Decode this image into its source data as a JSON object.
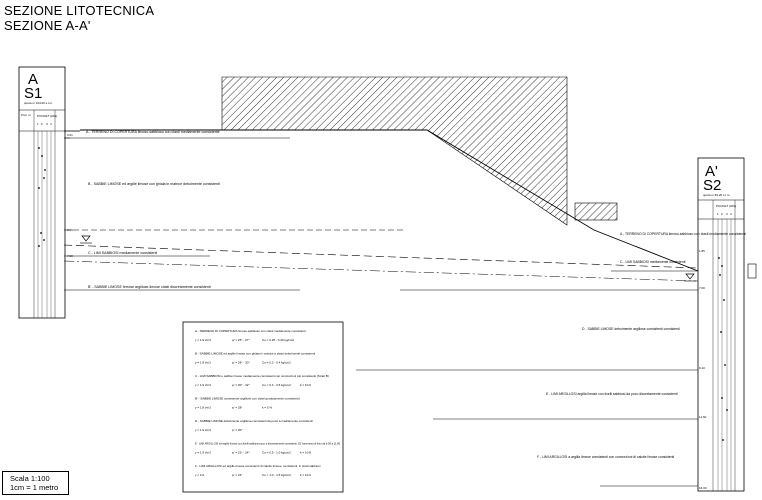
{
  "header": {
    "title_line1": "SEZIONE LITOTECNICA",
    "title_line2": "SEZIONE A-A'"
  },
  "boreholes": [
    {
      "letter": "A",
      "name": "S1",
      "quota": "quota m 104.00 s.l.m.",
      "depths": [
        "0.61",
        "3.95",
        "7.00"
      ]
    },
    {
      "letter": "A'",
      "name": "S2",
      "quota": "quota m 69.20 s.l.m.",
      "depths": [
        "1.85",
        "7.60",
        "9.10",
        "11.60",
        "16.00"
      ]
    }
  ],
  "layers_left": {
    "A": "A - TERRENO DI COPERTURA limoso-sabbioso con clasti mediamente consistente",
    "B": "B - SABBIE LIMOSE ed argille limose con ghiaia in matrice debolmente consistenti",
    "C": "C - LIMI SABBIOSI mediamente consistenti",
    "B2": "B' - SABBIE LIMOSE ferrose argillose-limose clasti discretamente consistenti"
  },
  "layers_right": {
    "A": "A - TERRENO DI COPERTURA limoso-sabbioso con clasti mediamente consistente",
    "C": "C - LIMI SABBIOSI mediamente consistenti",
    "D": "D - SABBIE LIMOSE debolmente argillose consistenti consistenti",
    "E": "E - LIMI ARGILLOSI argilla limose con livelli sabbiosi da poco discretamente consistenti",
    "F": "F - LIMI ARGILLOSI a argilla limose consistenti con concrezioni di calcite limose consistenti"
  },
  "legend": [
    {
      "title": "A - TERRENO DI COPERTURA limoso-sabbioso con clasti mediamente consistenti",
      "params": [
        "γ = 1.9 t/m3",
        "φ' = 25° - 27°",
        "Cu = 0.25 - 0.30 kg/cm2"
      ]
    },
    {
      "title": "B - SABBIE LIMOSE ed argille limose con ghiaia in matrice e clasti debolmente consistenti",
      "params": [
        "γ = 1.8 t/m3",
        "φ' = 28° - 30°",
        "Cu = 0.2 - 0.4 kg/cm2"
      ]
    },
    {
      "title": "C - LIMI SABBIOSI e sabbie limose mediamente consistenti con concrezioni più consistenti (Strati B)",
      "params": [
        "γ = 1.9 t/m3",
        "φ' = 30° - 32°",
        "Cu = 0.3 - 0.5 kg/cm2",
        "k = 10-6"
      ]
    },
    {
      "title": "B' - SABBIE LIMOSE consistente argillose con clasti (praticamente consistenti)",
      "params": [
        "γ = 1.8 t/m3",
        "φ' = 28°",
        "k = 5 %"
      ]
    },
    {
      "title": "D - SABBIE LIMOSE debolmente argillose-consistenti da poco a mediamente consistenti",
      "params": [
        "γ = 1.9 t/m3",
        "φ' = 30°"
      ]
    },
    {
      "title": "E - LIMI ARGILLOSI ed argille limose con livelli sabbiosi poco a discretamente consistenti, E2 frammenti di limo da 6.00 a 11.60",
      "params": [
        "γ = 1.9 t/m3",
        "φ' = 22° - 24°",
        "Cu = 0.5 - 1.0 kg/cm2",
        "k = 10-8"
      ]
    },
    {
      "title": "F - LIMI ARGILLOSI ed argille limose consistenti di calcite limose, consistenti, in strati sabbiosi",
      "params": [
        "γ = 2.0",
        "φ' = 24°",
        "Cu = 1.0 - 1.5 kg/cm2",
        "k = 10-9"
      ]
    }
  ],
  "log_headers": {
    "s1_prof": "Prof. m",
    "s1_spt": "POCKET (kPa)",
    "s1_ticks": [
      "1",
      "2",
      "3",
      "4"
    ],
    "s2_spt": "POCKET (kPa)",
    "s2_ticks": [
      "1",
      "2",
      "3",
      "4"
    ]
  },
  "scale": {
    "line1": "Scala 1:100",
    "line2": "1cm = 1 metro"
  }
}
